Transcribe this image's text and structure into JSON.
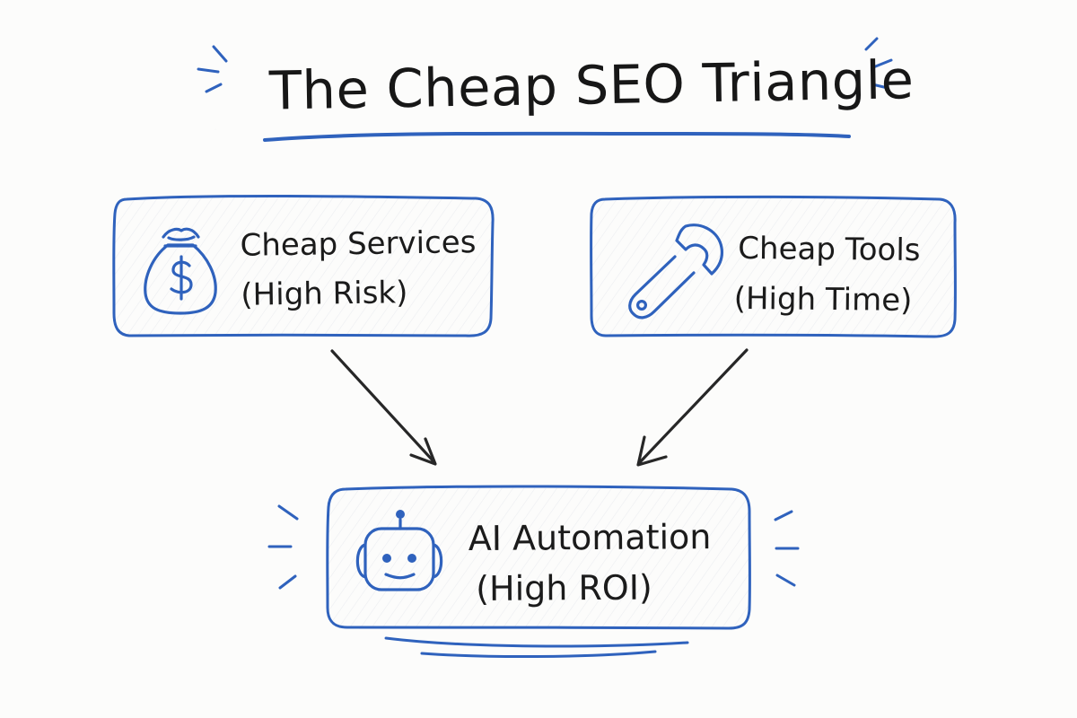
{
  "diagram": {
    "title": "The Cheap SEO Triangle",
    "nodes": {
      "cheap_services": {
        "title": "Cheap Services",
        "subtitle": "(High Risk)",
        "icon": "money-bag-icon"
      },
      "cheap_tools": {
        "title": "Cheap Tools",
        "subtitle": "(High Time)",
        "icon": "wrench-icon"
      },
      "ai_automation": {
        "title": "AI Automation",
        "subtitle": "(High ROI)",
        "icon": "robot-icon"
      }
    },
    "edges": [
      {
        "from": "cheap_services",
        "to": "ai_automation"
      },
      {
        "from": "cheap_tools",
        "to": "ai_automation"
      }
    ],
    "colors": {
      "accent_blue": "#2f62bd",
      "ink": "#1b1b1b",
      "background": "#fcfcfb"
    }
  }
}
